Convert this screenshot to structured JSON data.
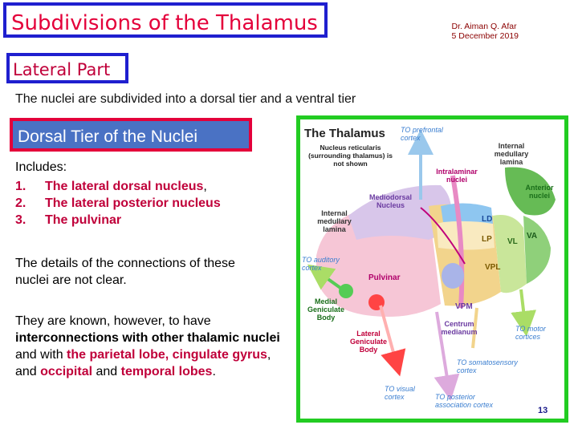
{
  "header": {
    "title": "Subdivisions of the Thalamus",
    "author": "Dr. Aiman Q. Afar",
    "date": "5  December  2019"
  },
  "section": {
    "heading": "Lateral Part"
  },
  "intro": "The nuclei are subdivided into a dorsal tier and a ventral tier",
  "dorsal": {
    "heading": "Dorsal Tier of the Nuclei",
    "includes": "Includes:",
    "items": [
      {
        "num": "1.",
        "label": "The lateral dorsal nucleus",
        "suffix": ","
      },
      {
        "num": "2.",
        "label": "The lateral posterior nucleus",
        "suffix": ""
      },
      {
        "num": "3.",
        "label": "The pulvinar",
        "suffix": ""
      }
    ]
  },
  "details": " The details of the connections of these nuclei are not clear.",
  "known": {
    "part1": "They are known, however, to have ",
    "bold1": "interconnections with other thalamic nuclei",
    "part2": " and with ",
    "red1": "the parietal lobe, cingulate gyrus",
    "part3": ", and ",
    "red2": "occipital",
    "part4": " and ",
    "red3": "temporal lobes",
    "part5": "."
  },
  "figure": {
    "title": "The Thalamus",
    "note": "Nucleus reticularis (surrounding thalamus) is not shown",
    "labels": {
      "prefrontal": "TO prefrontal cortex",
      "internal_top": "Internal medullary lamina",
      "intralaminar": "Intralaminar nuclei",
      "anterior": "Anterior nuclei",
      "mediodorsal": "Mediodorsal Nucleus",
      "internal_left": "Internal medullary lamina",
      "ld": "LD",
      "lp": "LP",
      "vl": "VL",
      "va": "VA",
      "vpl": "VPL",
      "vpm": "VPM",
      "auditory": "TO auditory cortex",
      "pulvinar": "Pulvinar",
      "mgb": "Medial Geniculate Body",
      "lgb": "Lateral Geniculate Body",
      "centrum": "Centrum medianum",
      "motor": "TO motor cortices",
      "somato": "TO somatosensory cortex",
      "visual": "TO visual cortex",
      "posterior": "TO posterior association cortex"
    }
  },
  "page_number": "13",
  "colors": {
    "title": "#e4003a",
    "box_blue": "#1f1fcf",
    "dorsal_fill": "#4a72c4",
    "figure_border": "#22cc22"
  }
}
